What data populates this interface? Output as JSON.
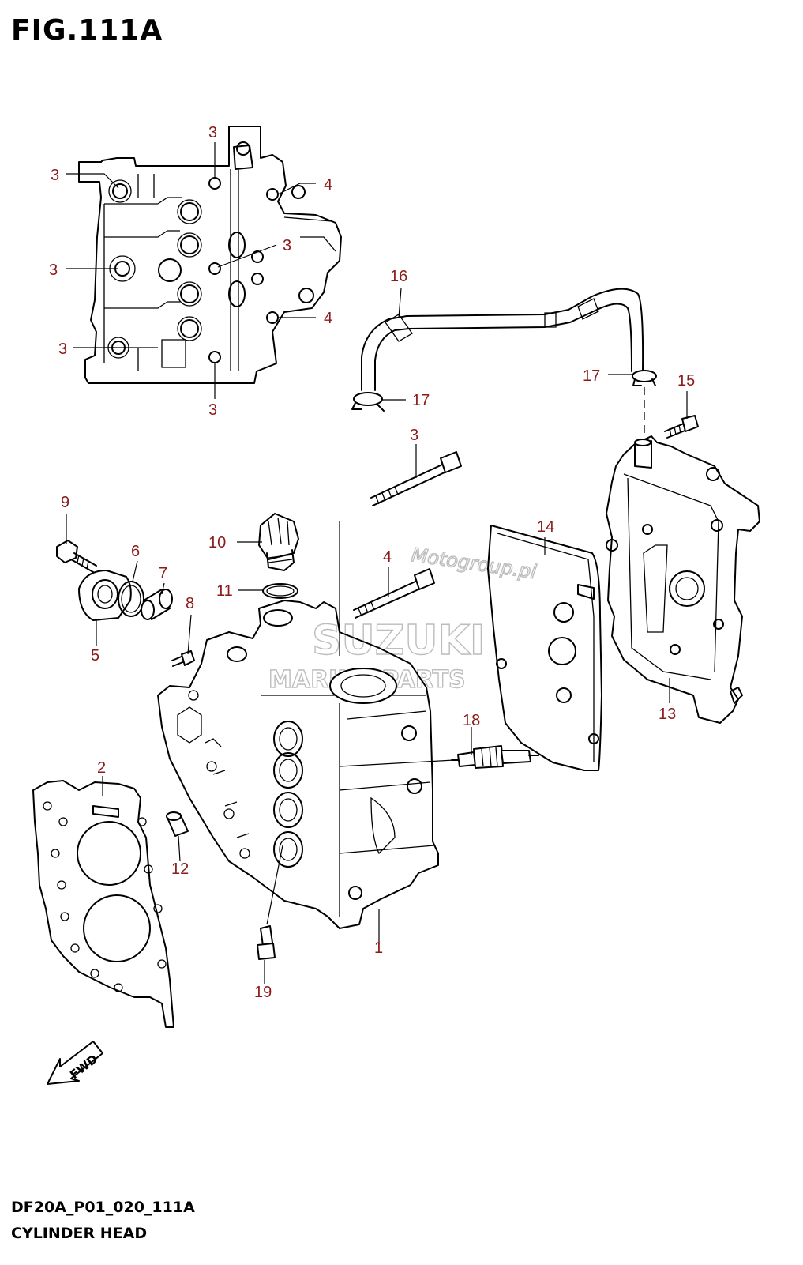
{
  "figure": {
    "title": "FIG.111A",
    "code": "DF20A_P01_020_111A",
    "caption": "CYLINDER HEAD"
  },
  "watermark": {
    "line1": "Motogroup.pl",
    "line2": "SUZUKI",
    "line3": "MARINE PARTS"
  },
  "fwd_label": "FWD",
  "callouts": {
    "top_3_a": "3",
    "top_3_b": "3",
    "top_3_c": "3",
    "top_3_d": "3",
    "top_3_e": "3",
    "top_3_f": "3",
    "top_4_a": "4",
    "top_4_b": "4",
    "p1": "1",
    "p2": "2",
    "p3": "3",
    "p4": "4",
    "p5": "5",
    "p6": "6",
    "p7": "7",
    "p8": "8",
    "p9": "9",
    "p10": "10",
    "p11": "11",
    "p12": "12",
    "p13": "13",
    "p14": "14",
    "p15": "15",
    "p16": "16",
    "p17_a": "17",
    "p17_b": "17",
    "p18": "18",
    "p19": "19"
  },
  "colors": {
    "callout_text": "#8b1a1a",
    "line_art": "#000000",
    "watermark": "#bdbdbd"
  }
}
